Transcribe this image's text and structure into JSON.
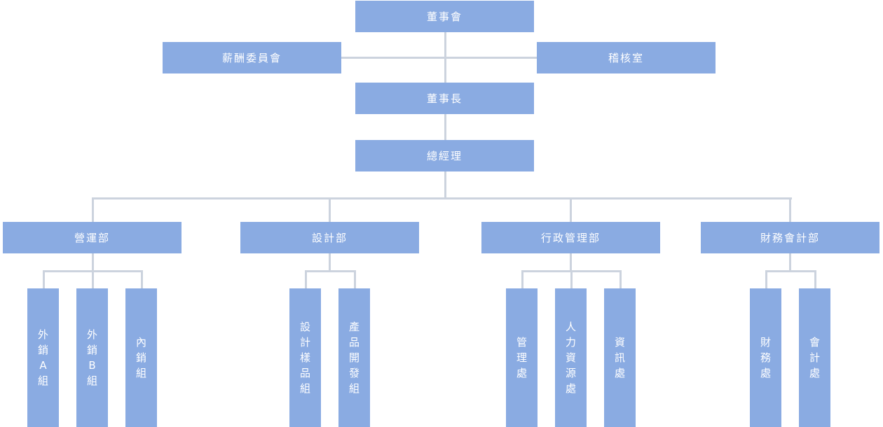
{
  "colors": {
    "box": "#8aabe2",
    "line": "#ccd3de",
    "text": "#ffffff"
  },
  "top": {
    "board": "董事會",
    "committee": "薪酬委員會",
    "audit": "稽核室",
    "chairman": "董事長",
    "gm": "總經理"
  },
  "departments": [
    {
      "label": "營運部",
      "units": [
        "外銷A組",
        "外銷B組",
        "內銷組"
      ]
    },
    {
      "label": "設計部",
      "units": [
        "設計樣品組",
        "產品開發組"
      ]
    },
    {
      "label": "行政管理部",
      "units": [
        "管理處",
        "人力資源處",
        "資訊處"
      ]
    },
    {
      "label": "財務會計部",
      "units": [
        "財務處",
        "會計處"
      ]
    }
  ]
}
